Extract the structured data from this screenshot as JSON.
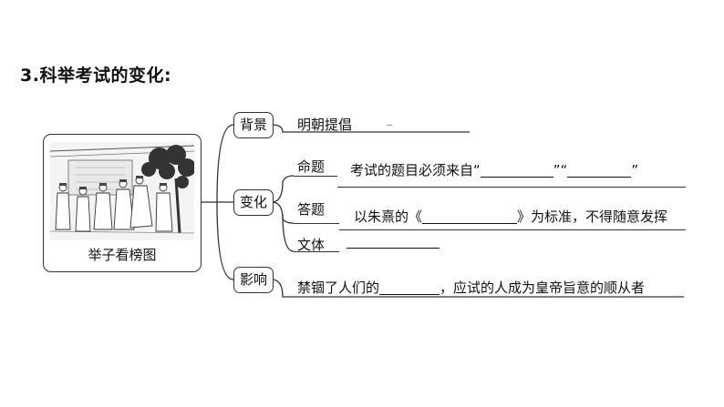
{
  "title": "3.科举考试的变化:",
  "image_card": {
    "caption": "举子看榜图"
  },
  "nodes": {
    "background": "背景",
    "change": "变化",
    "influence": "影响"
  },
  "sub_nodes": {
    "question": "命题",
    "answer": "答题",
    "style": "文体"
  },
  "texts": {
    "background_text": "明朝提倡",
    "question_text_1": "考试的题目必须来自“",
    "question_text_2": "”“",
    "question_text_3": "”",
    "answer_text_1": "以朱熹的《",
    "answer_text_2": "》为标准，不得随意发挥",
    "influence_text_1": "禁锢了人们的",
    "influence_text_2": "，应试的人成为皇帝旨意的顺从者"
  }
}
